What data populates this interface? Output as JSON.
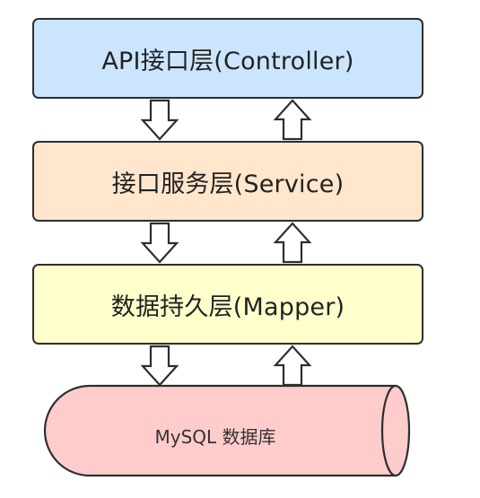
{
  "layers": [
    {
      "label": "API接口层(Controller)",
      "color": "#cce5ff"
    },
    {
      "label": "接口服务层(Service)",
      "color": "#ffe6cc"
    },
    {
      "label": "数据持久层(Mapper)",
      "color": "#ffffcc"
    }
  ],
  "database": {
    "label": "MySQL 数据库",
    "color": "#ffcccc"
  },
  "colors": {
    "border": "#2e2e2e",
    "arrow_fill": "#ffffff"
  }
}
